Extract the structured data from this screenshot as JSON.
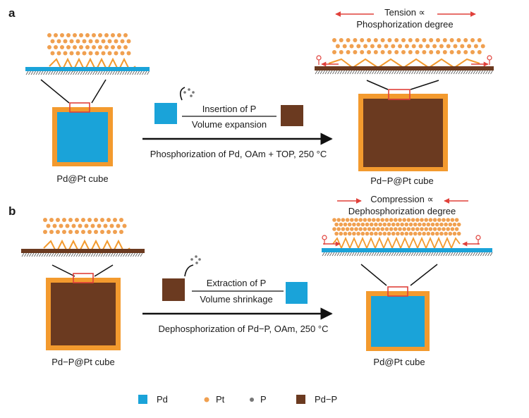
{
  "panel_a": {
    "label": "a",
    "left_caption": "Pd@Pt cube",
    "right_caption": "Pd−P@Pt cube",
    "arrow_top_label": "Insertion of P",
    "arrow_bottom_label": "Volume expansion",
    "conditions": "Phosphorization of Pd, OAm + TOP, 250 °C",
    "strain_title": "Tension ∝",
    "strain_subtitle": "Phosphorization degree"
  },
  "panel_b": {
    "label": "b",
    "left_caption": "Pd−P@Pt cube",
    "right_caption": "Pd@Pt cube",
    "arrow_top_label": "Extraction of P",
    "arrow_bottom_label": "Volume shrinkage",
    "conditions": "Dephosphorization of Pd−P, OAm, 250 °C",
    "strain_title": "Compression ∝",
    "strain_subtitle": "Dephosphorization degree"
  },
  "legend": [
    {
      "label": "Pd",
      "marker": "square",
      "color": "#1aa3d9"
    },
    {
      "label": "Pt",
      "marker": "dot",
      "color": "#f0a050"
    },
    {
      "label": "P",
      "marker": "dot",
      "color": "#777777"
    },
    {
      "label": "Pd−P",
      "marker": "square",
      "color": "#6b3a20"
    }
  ],
  "colors": {
    "pd": "#1aa3d9",
    "pt": "#f0a050",
    "pt_shell": "#f39a2e",
    "pdp": "#6b3a20",
    "zoom_box": "#e0403a",
    "strain_arrow": "#e0403a",
    "spring": "#f39a2e"
  }
}
